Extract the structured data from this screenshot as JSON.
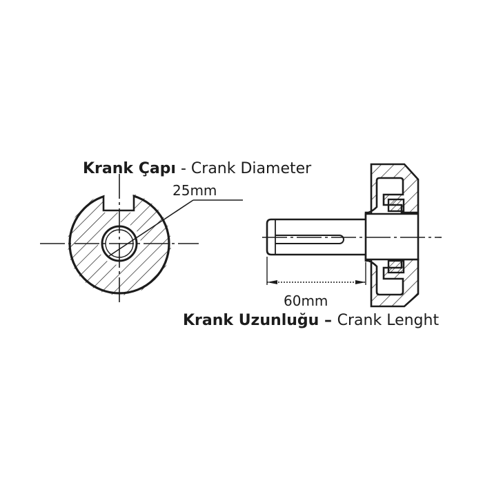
{
  "diameter": {
    "label_tr": "Krank Çapı",
    "separator": " - ",
    "label_en": "Crank Diameter",
    "value": "25mm"
  },
  "length": {
    "value": "60mm",
    "label_tr": "Krank Uzunluğu",
    "separator": " – ",
    "label_en": "Crank Lenght"
  },
  "colors": {
    "line": "#1c1c1c",
    "background": "#ffffff"
  }
}
